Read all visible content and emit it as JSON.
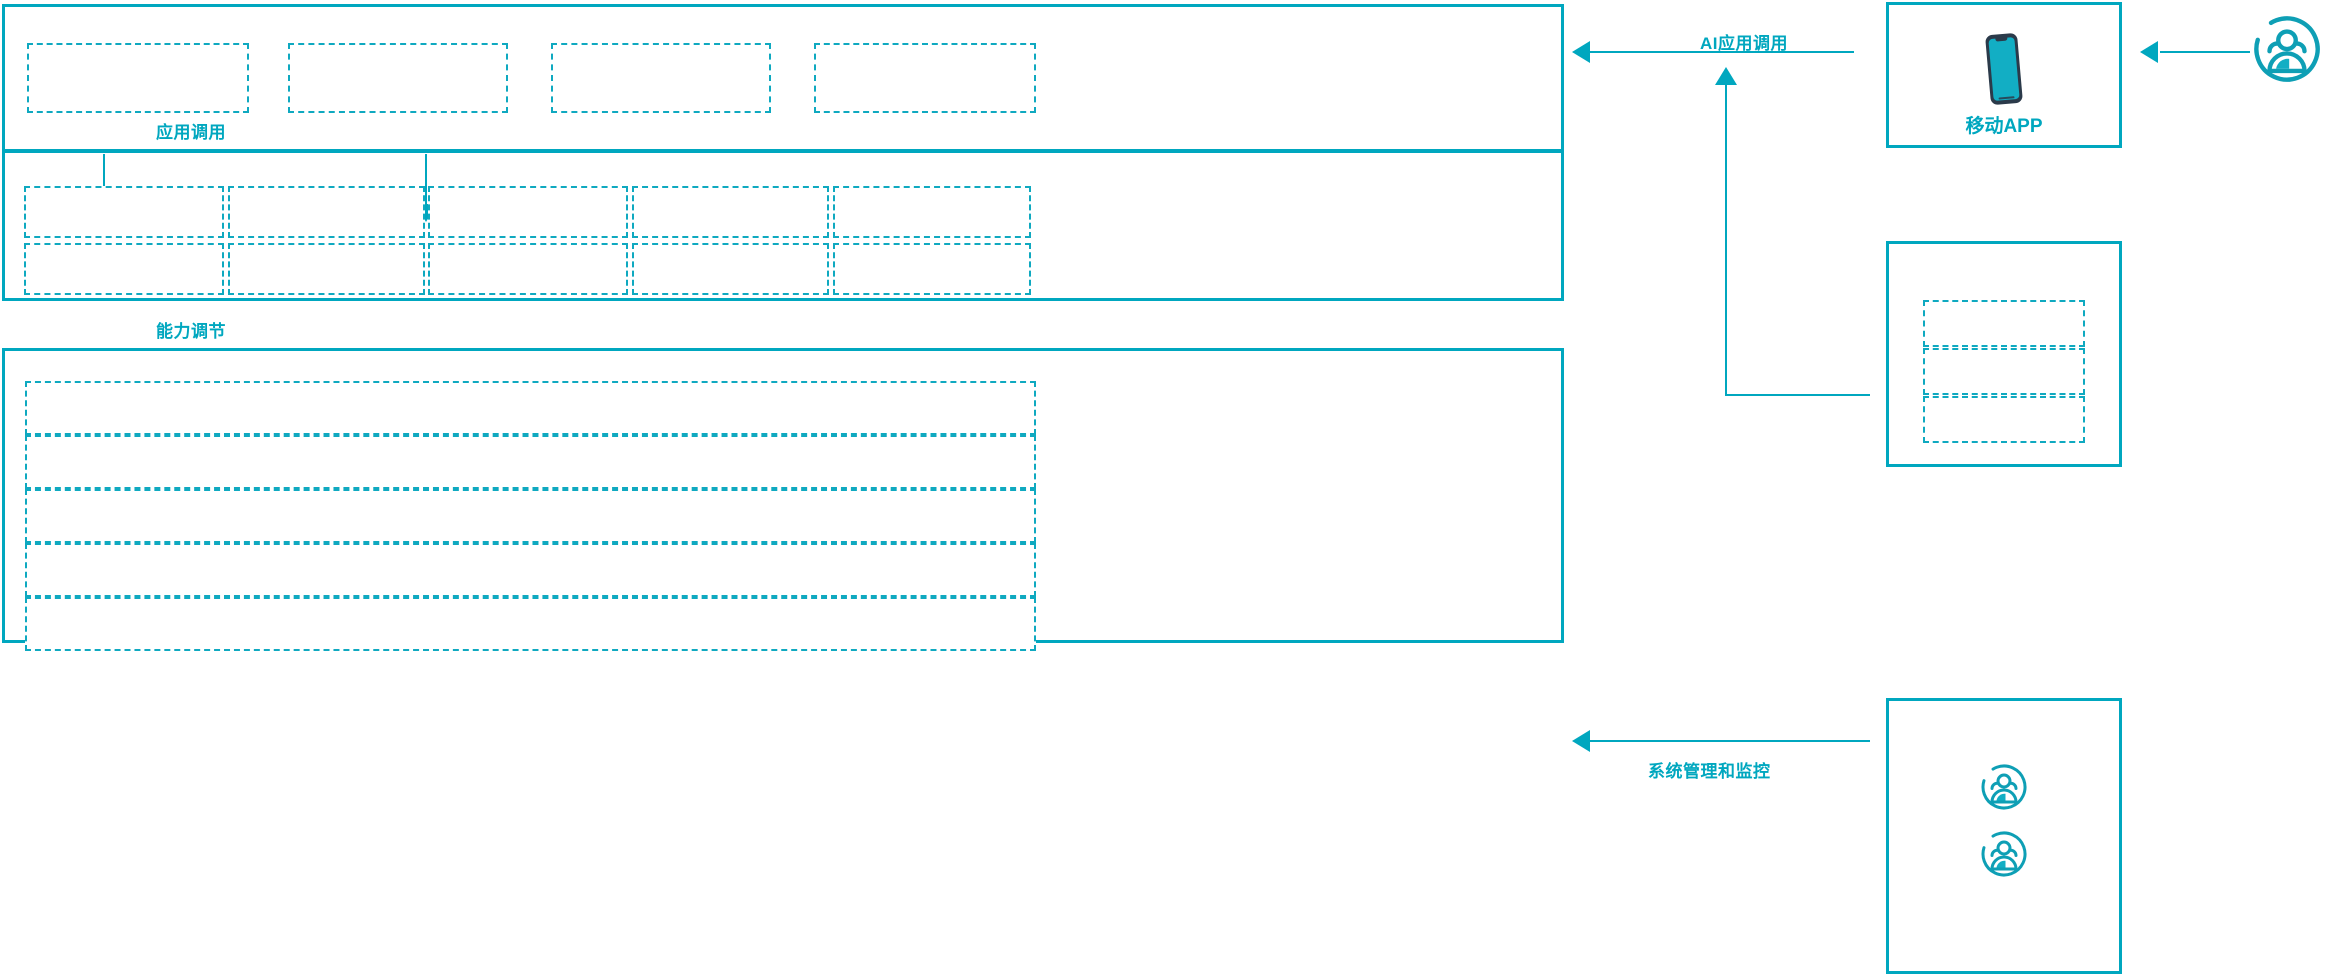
{
  "theme": {
    "accent": "#00A7BF",
    "accent_dashed": "#0FA9C0",
    "device_frame": "#2B3A4A",
    "background": "#FFFFFF"
  },
  "diagram": {
    "type": "layered-architecture",
    "layers": [
      {
        "id": "application-layer",
        "blocks": [
          {
            "id": "app-block-1",
            "label": ""
          },
          {
            "id": "app-block-2",
            "label": ""
          },
          {
            "id": "app-block-3",
            "label": ""
          },
          {
            "id": "app-block-4",
            "label": ""
          }
        ]
      },
      {
        "id": "capability-layer",
        "blocks": [
          {
            "id": "cap-block-1-1",
            "label": ""
          },
          {
            "id": "cap-block-1-2",
            "label": ""
          },
          {
            "id": "cap-block-1-3",
            "label": ""
          },
          {
            "id": "cap-block-1-4",
            "label": ""
          },
          {
            "id": "cap-block-1-5",
            "label": ""
          },
          {
            "id": "cap-block-2-1",
            "label": ""
          },
          {
            "id": "cap-block-2-2",
            "label": ""
          },
          {
            "id": "cap-block-2-3",
            "label": ""
          },
          {
            "id": "cap-block-2-4",
            "label": ""
          },
          {
            "id": "cap-block-2-5",
            "label": ""
          }
        ]
      },
      {
        "id": "platform-layer",
        "blocks": [
          {
            "id": "plat-row-1",
            "label": ""
          },
          {
            "id": "plat-row-2",
            "label": ""
          },
          {
            "id": "plat-row-3",
            "label": ""
          },
          {
            "id": "plat-row-4",
            "label": ""
          },
          {
            "id": "plat-row-5",
            "label": ""
          }
        ]
      }
    ],
    "connectors": [
      {
        "id": "app-invoke",
        "label": "应用调用"
      },
      {
        "id": "capability-tune",
        "label": "能力调节"
      },
      {
        "id": "ai-app-invoke",
        "label": "AI应用调用"
      },
      {
        "id": "system-admin-monitor",
        "label": "系统管理和监控"
      }
    ]
  },
  "right_column": {
    "mobile_panel": {
      "id": "mobile-app-panel",
      "label": "移动APP",
      "icon": "smartphone-icon"
    },
    "stack_panel": {
      "id": "channel-stack-panel",
      "blocks": [
        {
          "id": "channel-block-1",
          "label": ""
        },
        {
          "id": "channel-block-2",
          "label": ""
        },
        {
          "id": "channel-block-3",
          "label": ""
        }
      ]
    },
    "admin_panel": {
      "id": "admin-users-panel",
      "icons": [
        {
          "id": "admin-user-icon-1",
          "icon": "users-group-icon"
        },
        {
          "id": "admin-user-icon-2",
          "icon": "users-group-icon"
        }
      ]
    },
    "external_user": {
      "id": "external-user-icon",
      "icon": "users-group-icon"
    }
  }
}
